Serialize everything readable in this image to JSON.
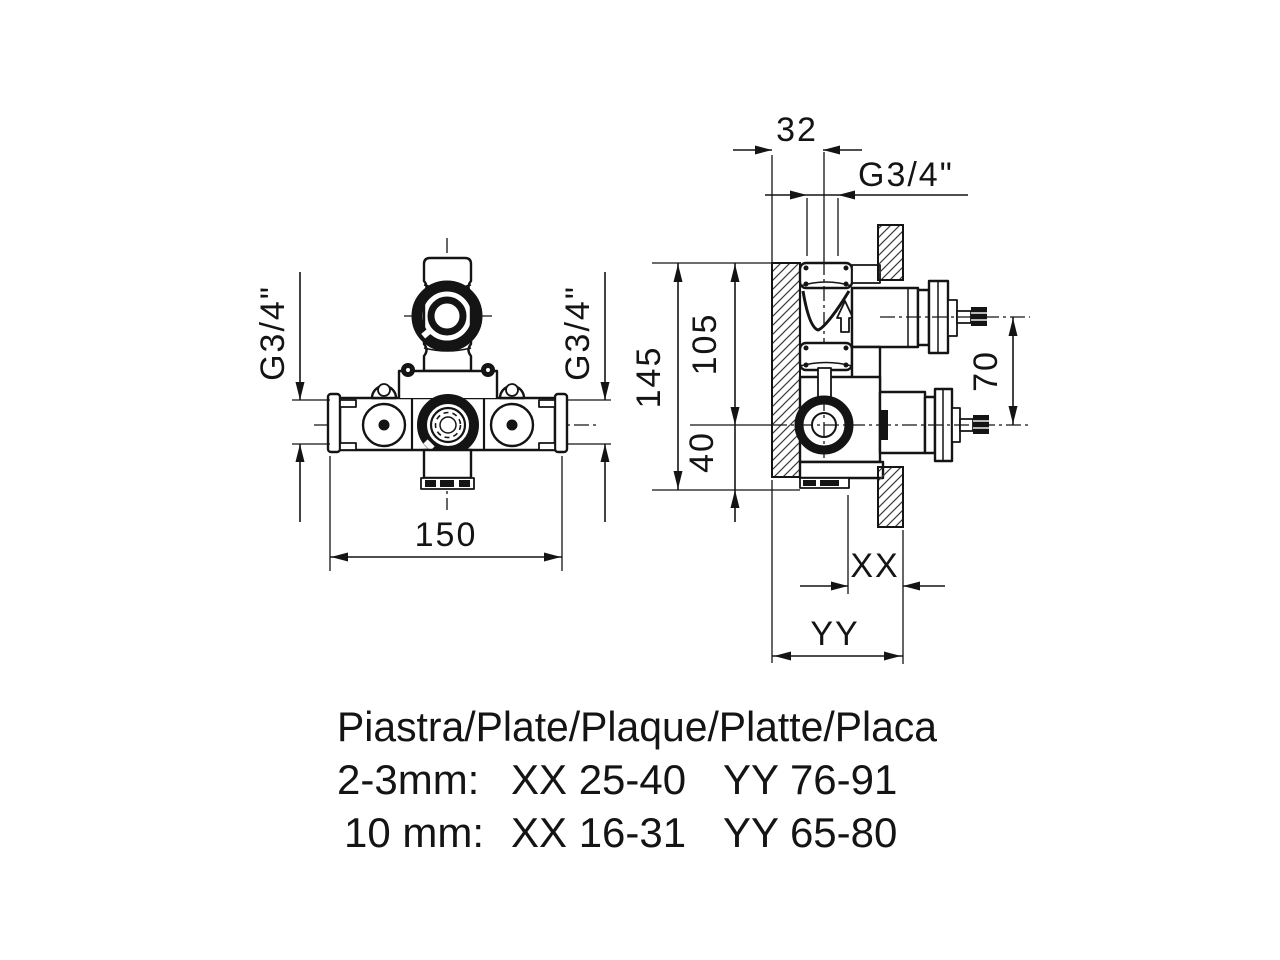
{
  "drawing": {
    "front_view": {
      "dim_g34_left": "G3/4\"",
      "dim_g34_right": "G3/4\"",
      "dim_width": "150"
    },
    "side_view": {
      "dim_offset": "32",
      "dim_thread": "G3/4\"",
      "dim_total_height": "145",
      "dim_upper_height": "105",
      "dim_lower_height": "40",
      "dim_stem_spacing": "70",
      "dim_xx": "XX",
      "dim_yy": "YY"
    },
    "plate_table": {
      "title": "Piastra/Plate/Plaque/Platte/Placa",
      "rows": [
        {
          "thickness": "2-3mm:",
          "xx": "XX 25-40",
          "yy": "YY 76-91"
        },
        {
          "thickness": "10 mm:",
          "xx": "XX 16-31",
          "yy": "YY 65-80"
        }
      ]
    },
    "colors": {
      "line": "#141414",
      "background": "#ffffff"
    }
  }
}
